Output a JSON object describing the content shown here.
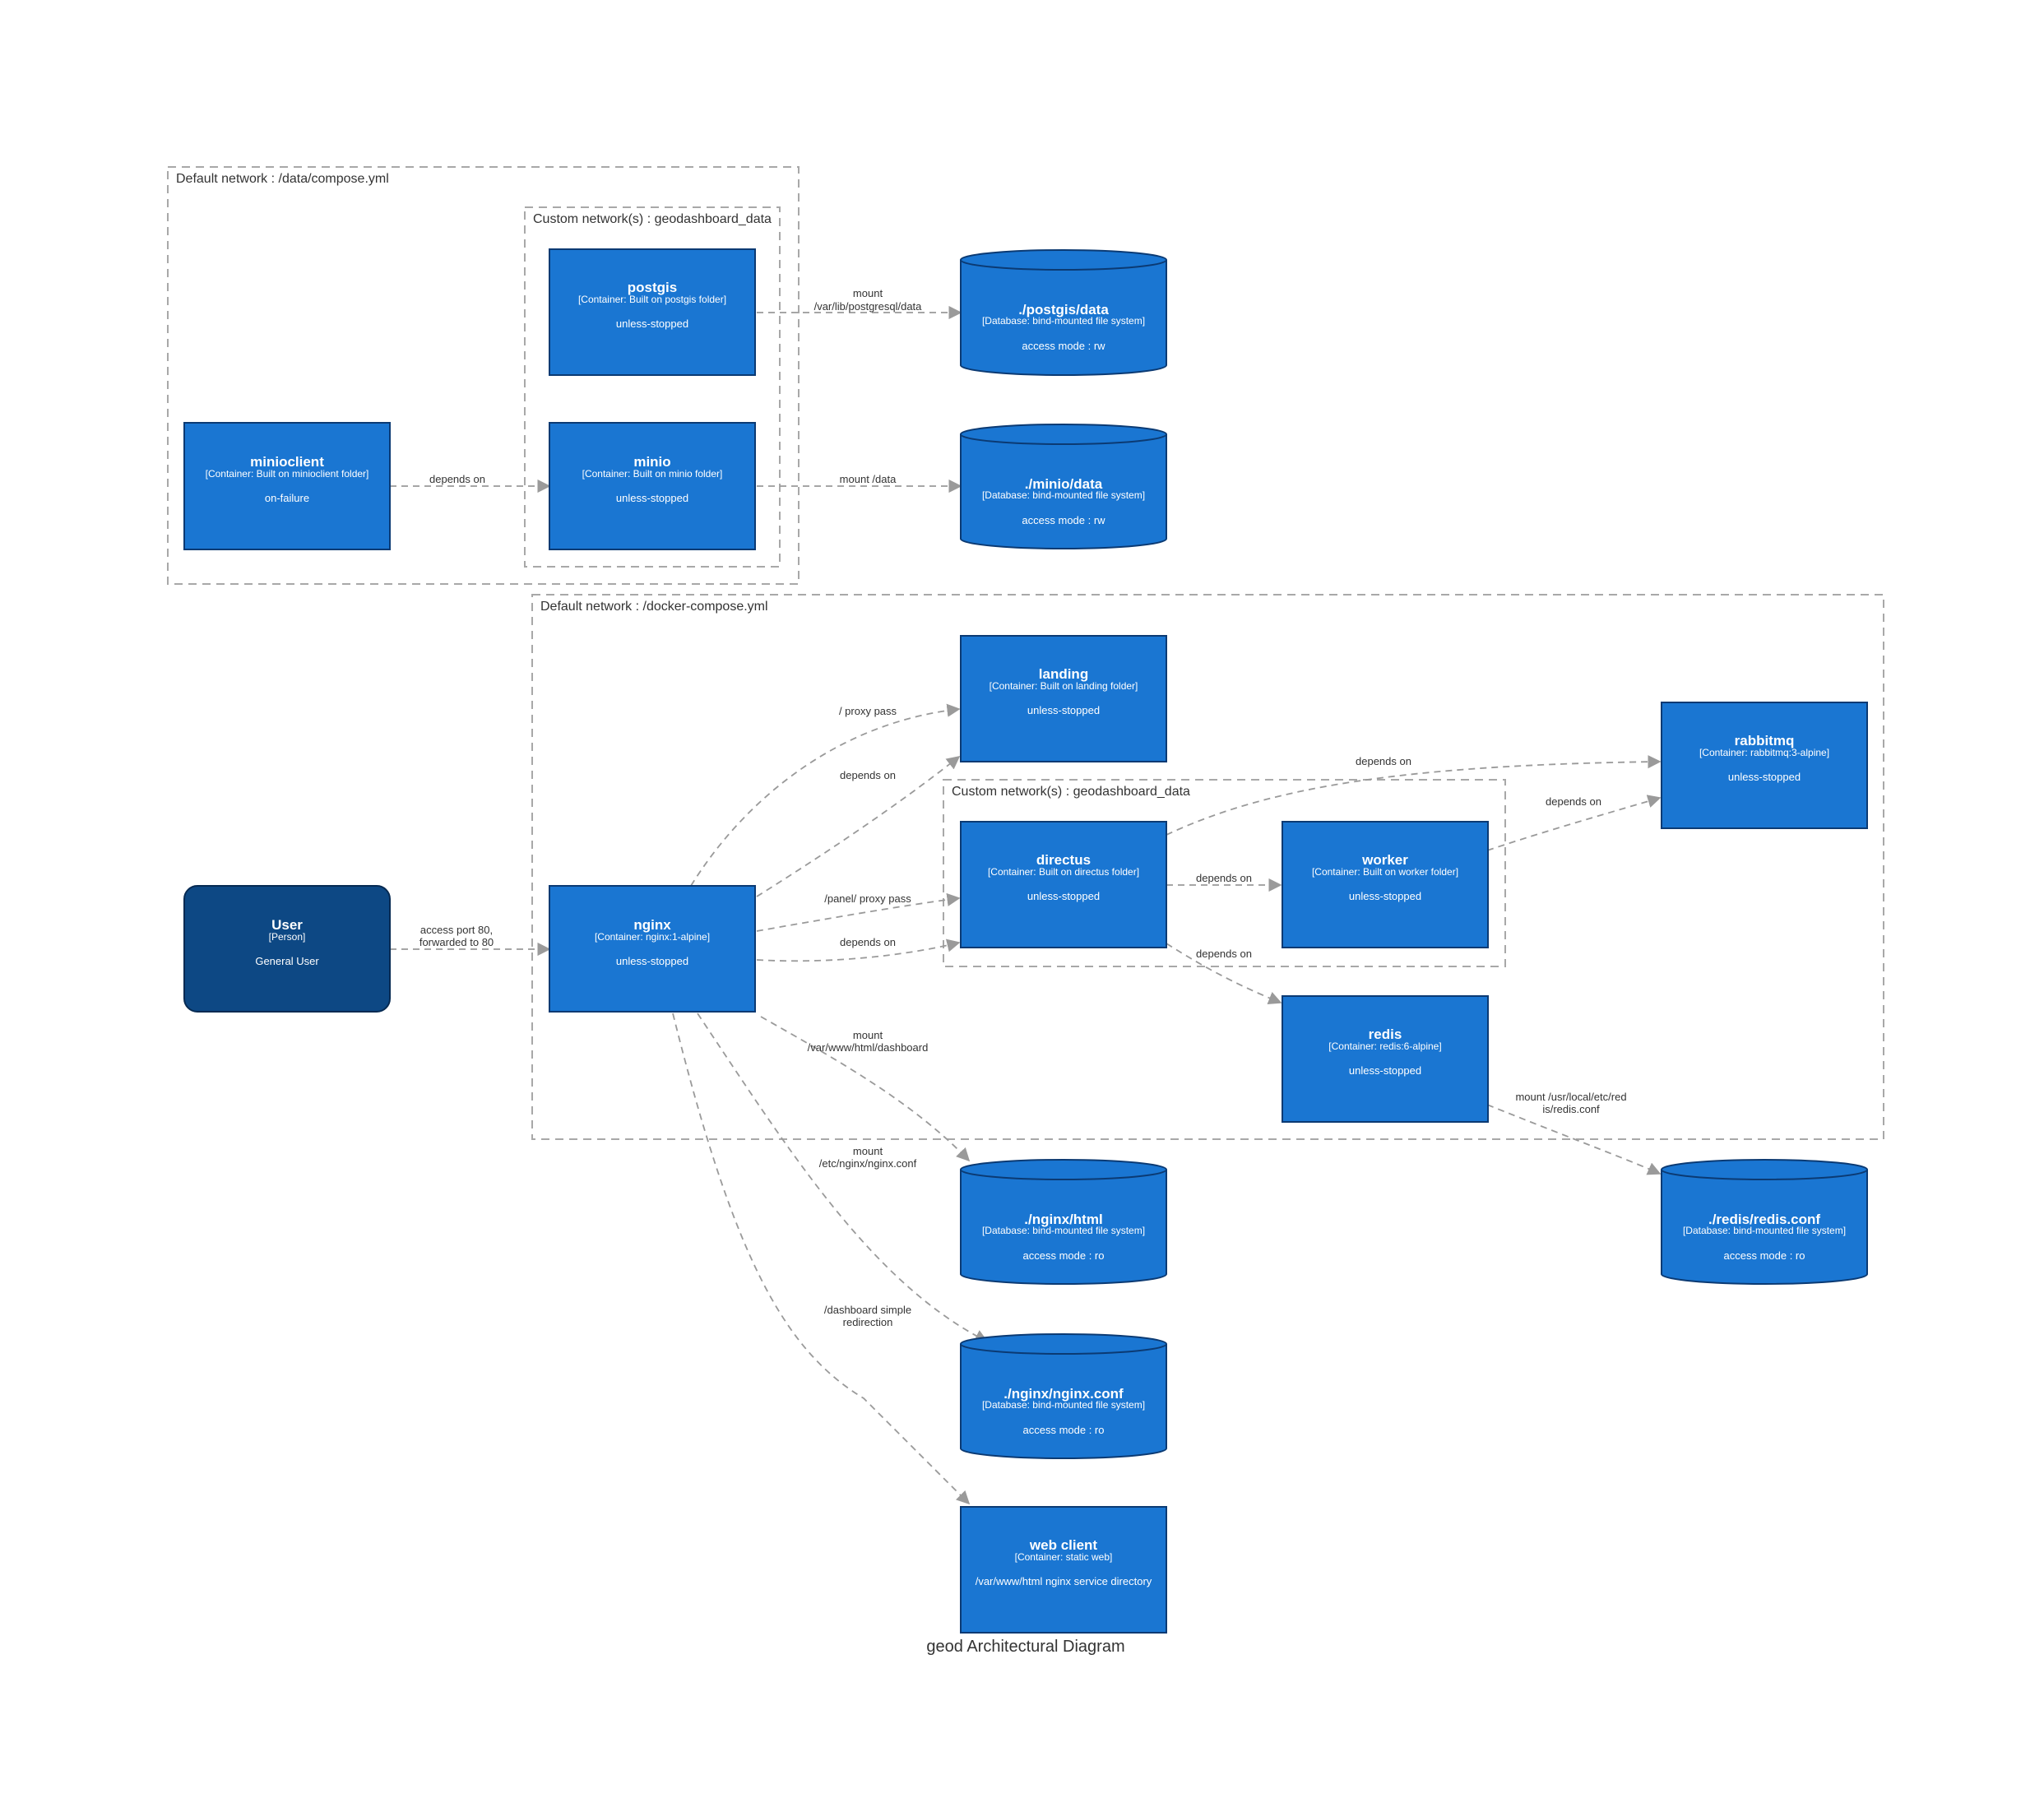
{
  "caption": "geod Architectural Diagram",
  "boundaries": {
    "data_default": "Default network : /data/compose.yml",
    "data_custom": "Custom network(s) : geodashboard_data",
    "main_default": "Default network : /docker-compose.yml",
    "main_custom": "Custom network(s) : geodashboard_data"
  },
  "nodes": {
    "postgis": {
      "title": "postgis",
      "type": "[Container: Built on postgis folder]",
      "desc": "unless-stopped"
    },
    "minio": {
      "title": "minio",
      "type": "[Container: Built on minio folder]",
      "desc": "unless-stopped"
    },
    "minioclient": {
      "title": "minioclient",
      "type": "[Container: Built on minioclient folder]",
      "desc": "on-failure"
    },
    "postgis_data": {
      "title": "./postgis/data",
      "type": "[Database: bind-mounted file system]",
      "desc": "access mode : rw"
    },
    "minio_data": {
      "title": "./minio/data",
      "type": "[Database: bind-mounted file system]",
      "desc": "access mode : rw"
    },
    "user": {
      "title": "User",
      "type": "[Person]",
      "desc": "General User"
    },
    "nginx": {
      "title": "nginx",
      "type": "[Container: nginx:1-alpine]",
      "desc": "unless-stopped"
    },
    "landing": {
      "title": "landing",
      "type": "[Container: Built on landing folder]",
      "desc": "unless-stopped"
    },
    "directus": {
      "title": "directus",
      "type": "[Container: Built on directus folder]",
      "desc": "unless-stopped"
    },
    "worker": {
      "title": "worker",
      "type": "[Container: Built on worker folder]",
      "desc": "unless-stopped"
    },
    "rabbitmq": {
      "title": "rabbitmq",
      "type": "[Container: rabbitmq:3-alpine]",
      "desc": "unless-stopped"
    },
    "redis": {
      "title": "redis",
      "type": "[Container: redis:6-alpine]",
      "desc": "unless-stopped"
    },
    "nginx_html": {
      "title": "./nginx/html",
      "type": "[Database: bind-mounted file system]",
      "desc": "access mode : ro"
    },
    "nginx_conf": {
      "title": "./nginx/nginx.conf",
      "type": "[Database: bind-mounted file system]",
      "desc": "access mode : ro"
    },
    "redis_conf": {
      "title": "./redis/redis.conf",
      "type": "[Database: bind-mounted file system]",
      "desc": "access mode : ro"
    },
    "web_client": {
      "title": "web client",
      "type": "[Container: static web]",
      "desc": "/var/www/html nginx service directory"
    }
  },
  "edges": {
    "postgis_mount": [
      "mount",
      "/var/lib/postgresql/data"
    ],
    "minio_mount": [
      "mount /data"
    ],
    "minioclient_dep": [
      "depends on"
    ],
    "user_nginx": [
      "access port 80,",
      "forwarded to 80"
    ],
    "nginx_landing_proxy": [
      "/ proxy pass"
    ],
    "nginx_landing_dep": [
      "depends on"
    ],
    "nginx_directus_proxy": [
      "/panel/ proxy pass"
    ],
    "nginx_directus_dep": [
      "depends on"
    ],
    "directus_rabbitmq": [
      "depends on"
    ],
    "directus_worker": [
      "depends on"
    ],
    "worker_rabbitmq": [
      "depends on"
    ],
    "directus_redis": [
      "depends on"
    ],
    "nginx_html_mount": [
      "mount",
      "/var/www/html/dashboard"
    ],
    "nginx_conf_mount": [
      "mount",
      "/etc/nginx/nginx.conf"
    ],
    "nginx_webclient": [
      "/dashboard simple",
      "redirection"
    ],
    "redis_conf_mount": [
      "mount /usr/local/etc/red",
      "is/redis.conf"
    ]
  }
}
